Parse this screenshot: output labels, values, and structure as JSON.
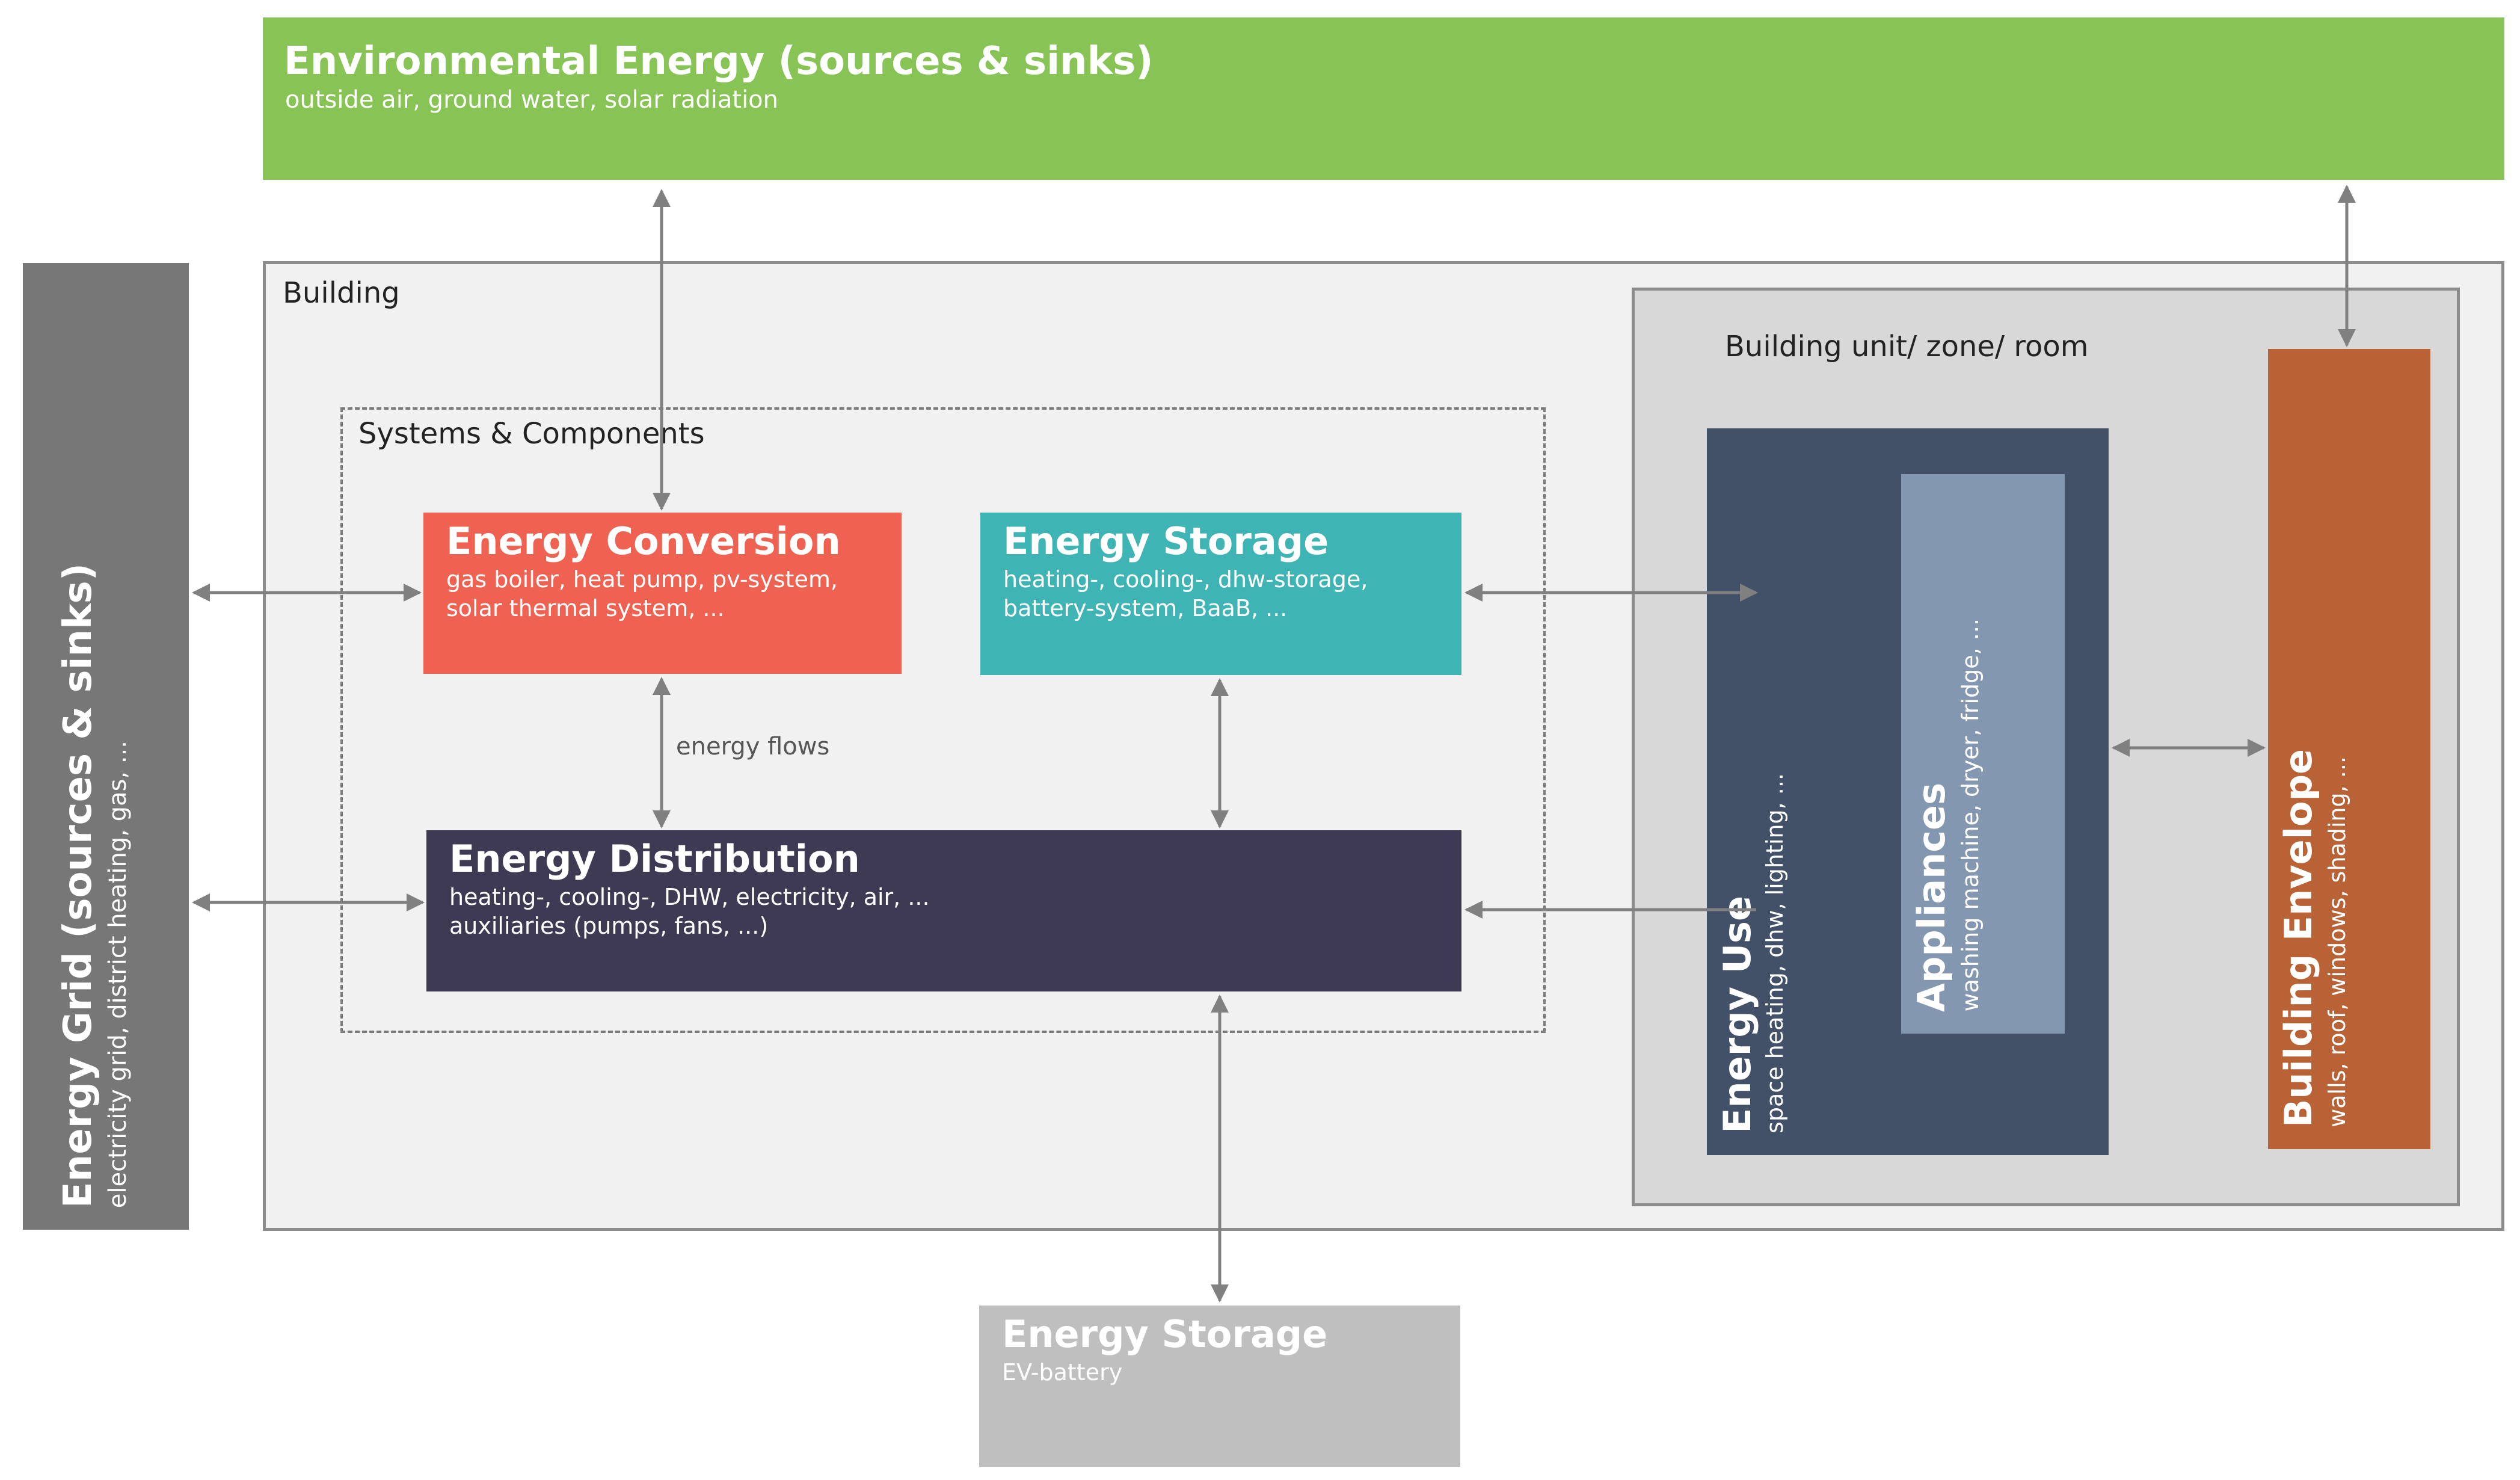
{
  "colors": {
    "environmental": "#87c455",
    "grid": "#777777",
    "conversion": "#ef6150",
    "storage": "#3fb4b4",
    "distribution": "#3e3a53",
    "energy_use": "#425168",
    "appliances": "#8497b0",
    "envelope": "#b86236",
    "ev_storage": "#bfbfbf",
    "arrow": "#808080"
  },
  "environmental": {
    "title": "Environmental Energy (sources & sinks)",
    "subtitle": "outside air, ground water, solar radiation"
  },
  "grid": {
    "title": "Energy Grid (sources & sinks)",
    "subtitle": "electricity grid, district heating, gas, ..."
  },
  "building": {
    "label": "Building"
  },
  "systems": {
    "label": "Systems & Components"
  },
  "unit": {
    "label": "Building unit/ zone/ room"
  },
  "conversion": {
    "title": "Energy Conversion",
    "line1": "gas boiler, heat pump, pv-system,",
    "line2": "solar thermal system, ..."
  },
  "storage": {
    "title": "Energy Storage",
    "line1": "heating-, cooling-, dhw-storage,",
    "line2": "battery-system, BaaB, ..."
  },
  "distribution": {
    "title": "Energy Distribution",
    "line1": "heating-, cooling-, DHW, electricity, air, ...",
    "line2": "auxiliaries (pumps, fans, ...)"
  },
  "energy_use": {
    "title": "Energy Use",
    "subtitle": "space heating, dhw, lighting, ..."
  },
  "appliances": {
    "title": "Appliances",
    "subtitle": "washing machine, dryer, fridge, ..."
  },
  "envelope": {
    "title": "Building Envelope",
    "subtitle": "walls, roof, windows, shading, ..."
  },
  "ev_storage": {
    "title": "Energy Storage",
    "subtitle": "EV-battery"
  },
  "flows_label": "energy flows"
}
